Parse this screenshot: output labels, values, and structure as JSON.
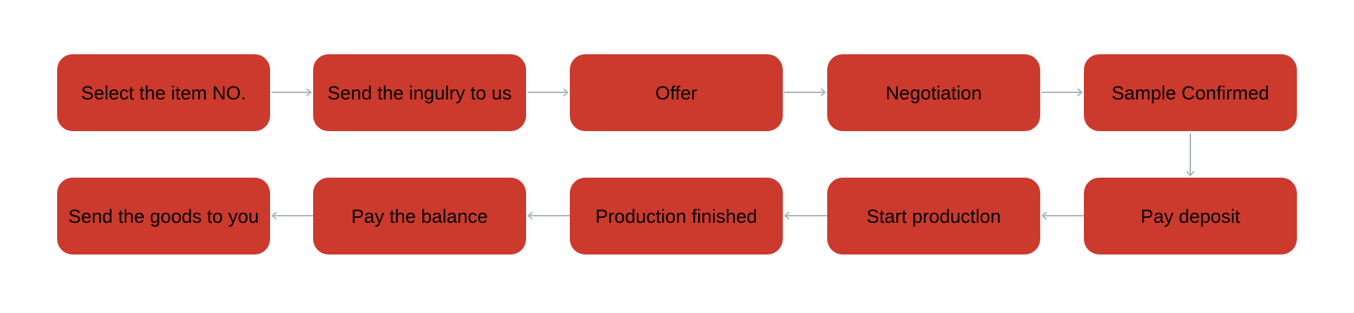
{
  "steps": [
    "Select the item NO.",
    "Send the ingulry to us",
    "Offer",
    "Negotiation",
    "Sample Confirmed",
    "Pay deposit",
    "Start productlon",
    "Production finished",
    "Pay the balance",
    "Send the goods to you"
  ],
  "colors": {
    "box": "#cc3a2d",
    "arrow": "#a9b6bf",
    "text": "#000000"
  }
}
